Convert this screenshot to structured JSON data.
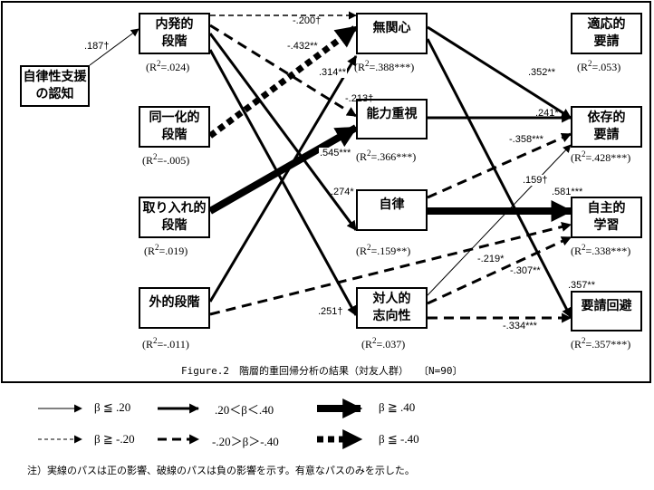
{
  "caption": "Figure.2　階層的重回帰分析の結果（対友人群）　　〔N=90〕",
  "nodes": {
    "perceived_autonomy_support": {
      "label": "自律性支援\nの認知"
    },
    "intrinsic": {
      "label": "内発的\n段階",
      "r2": "(R",
      "r2_sup": "2",
      "r2_val": "=.024)"
    },
    "identified": {
      "label": "同一化的\n段階",
      "r2": "(R",
      "r2_sup": "2",
      "r2_val": "=-.005)"
    },
    "introjected": {
      "label": "取り入れ的\n段階",
      "r2": "(R",
      "r2_sup": "2",
      "r2_val": "=.019)"
    },
    "external": {
      "label": "外的段階",
      "r2": "(R",
      "r2_sup": "2",
      "r2_val": "=-.011)"
    },
    "indifference": {
      "label": "無関心",
      "r2": "(R",
      "r2_sup": "2",
      "r2_val": "=.388***)"
    },
    "ability_emphasis": {
      "label": "能力重視",
      "r2": "(R",
      "r2_sup": "2",
      "r2_val": "=.366***)"
    },
    "autonomy": {
      "label": "自律",
      "r2": "(R",
      "r2_sup": "2",
      "r2_val": "=.159**)"
    },
    "interpersonal_orientation": {
      "label": "対人的\n志向性",
      "r2": "(R",
      "r2_sup": "2",
      "r2_val": "=.037)"
    },
    "adaptive_request": {
      "label": "適応的\n要請",
      "r2": "(R",
      "r2_sup": "2",
      "r2_val": "=.053)"
    },
    "dependent_request": {
      "label": "依存的\n要請",
      "r2": "(R",
      "r2_sup": "2",
      "r2_val": "=.428***)"
    },
    "self_directed_learning": {
      "label": "自主的\n学習",
      "r2": "(R",
      "r2_sup": "2",
      "r2_val": "=.338***)"
    },
    "request_avoidance": {
      "label": "要請回避",
      "r2": "(R",
      "r2_sup": "2",
      "r2_val": "=.357***)"
    }
  },
  "paths": [
    {
      "from": "perceived_autonomy_support",
      "to": "intrinsic",
      "beta": 0.187,
      "label": ".187†"
    },
    {
      "from": "intrinsic",
      "to": "indifference",
      "beta": -0.2,
      "label": "-.200†"
    },
    {
      "from": "identified",
      "to": "indifference",
      "beta": -0.432,
      "label": "-.432**"
    },
    {
      "from": "external",
      "to": "indifference",
      "beta": 0.314,
      "label": ".314**"
    },
    {
      "from": "intrinsic",
      "to": "ability_emphasis",
      "beta": -0.213,
      "label": "-.213†"
    },
    {
      "from": "introjected",
      "to": "ability_emphasis",
      "beta": 0.545,
      "label": ".545***"
    },
    {
      "from": "intrinsic",
      "to": "autonomy",
      "beta": 0.274,
      "label": ".274*"
    },
    {
      "from": "intrinsic",
      "to": "interpersonal_orientation",
      "beta": 0.251,
      "label": ".251†"
    },
    {
      "from": "indifference",
      "to": "dependent_request",
      "beta": 0.352,
      "label": ".352**"
    },
    {
      "from": "ability_emphasis",
      "to": "dependent_request",
      "beta": 0.241,
      "label": ".241*"
    },
    {
      "from": "autonomy",
      "to": "dependent_request",
      "beta": -0.358,
      "label": "-.358***"
    },
    {
      "from": "interpersonal_orientation",
      "to": "dependent_request",
      "beta": 0.159,
      "label": ".159†"
    },
    {
      "from": "autonomy",
      "to": "self_directed_learning",
      "beta": 0.581,
      "label": ".581***"
    },
    {
      "from": "external",
      "to": "self_directed_learning",
      "beta": -0.219,
      "label": "-.219*"
    },
    {
      "from": "interpersonal_orientation",
      "to": "self_directed_learning",
      "beta": -0.307,
      "label": "-.307**"
    },
    {
      "from": "indifference",
      "to": "request_avoidance",
      "beta": 0.357,
      "label": ".357**"
    },
    {
      "from": "interpersonal_orientation",
      "to": "request_avoidance",
      "beta": -0.334,
      "label": "-.334***"
    }
  ],
  "legend": {
    "items": [
      {
        "label": "β ≦ .20",
        "style": "solid-thin"
      },
      {
        "label": ".20＜β＜.40",
        "style": "solid-medium"
      },
      {
        "label": "β ≧ .40",
        "style": "solid-thick"
      },
      {
        "label": "β ≧ -.20",
        "style": "dashed-thin"
      },
      {
        "label": "-.20＞β＞-.40",
        "style": "dashed-medium"
      },
      {
        "label": "β ≦ -.40",
        "style": "dotted-thick"
      }
    ]
  },
  "note": "注）実線のパスは正の影響、破線のパスは負の影響を示す。有意なパスのみを示した。"
}
